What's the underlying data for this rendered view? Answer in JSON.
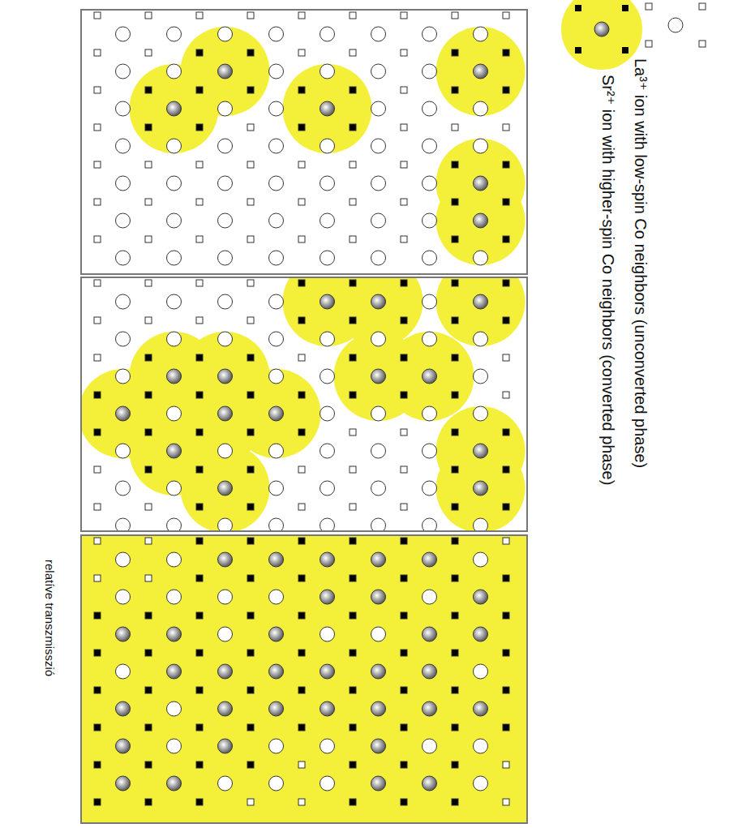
{
  "diagram": {
    "labels": [
      "relatíve transzmisszió"
    ],
    "legend": [
      {
        "text": "La³⁺ ion with low-spin Co neighbors (unconverted phase)"
      },
      {
        "text": "Sr²⁺ ion with higher-spin Co neighbors (converted phase)"
      }
    ]
  }
}
